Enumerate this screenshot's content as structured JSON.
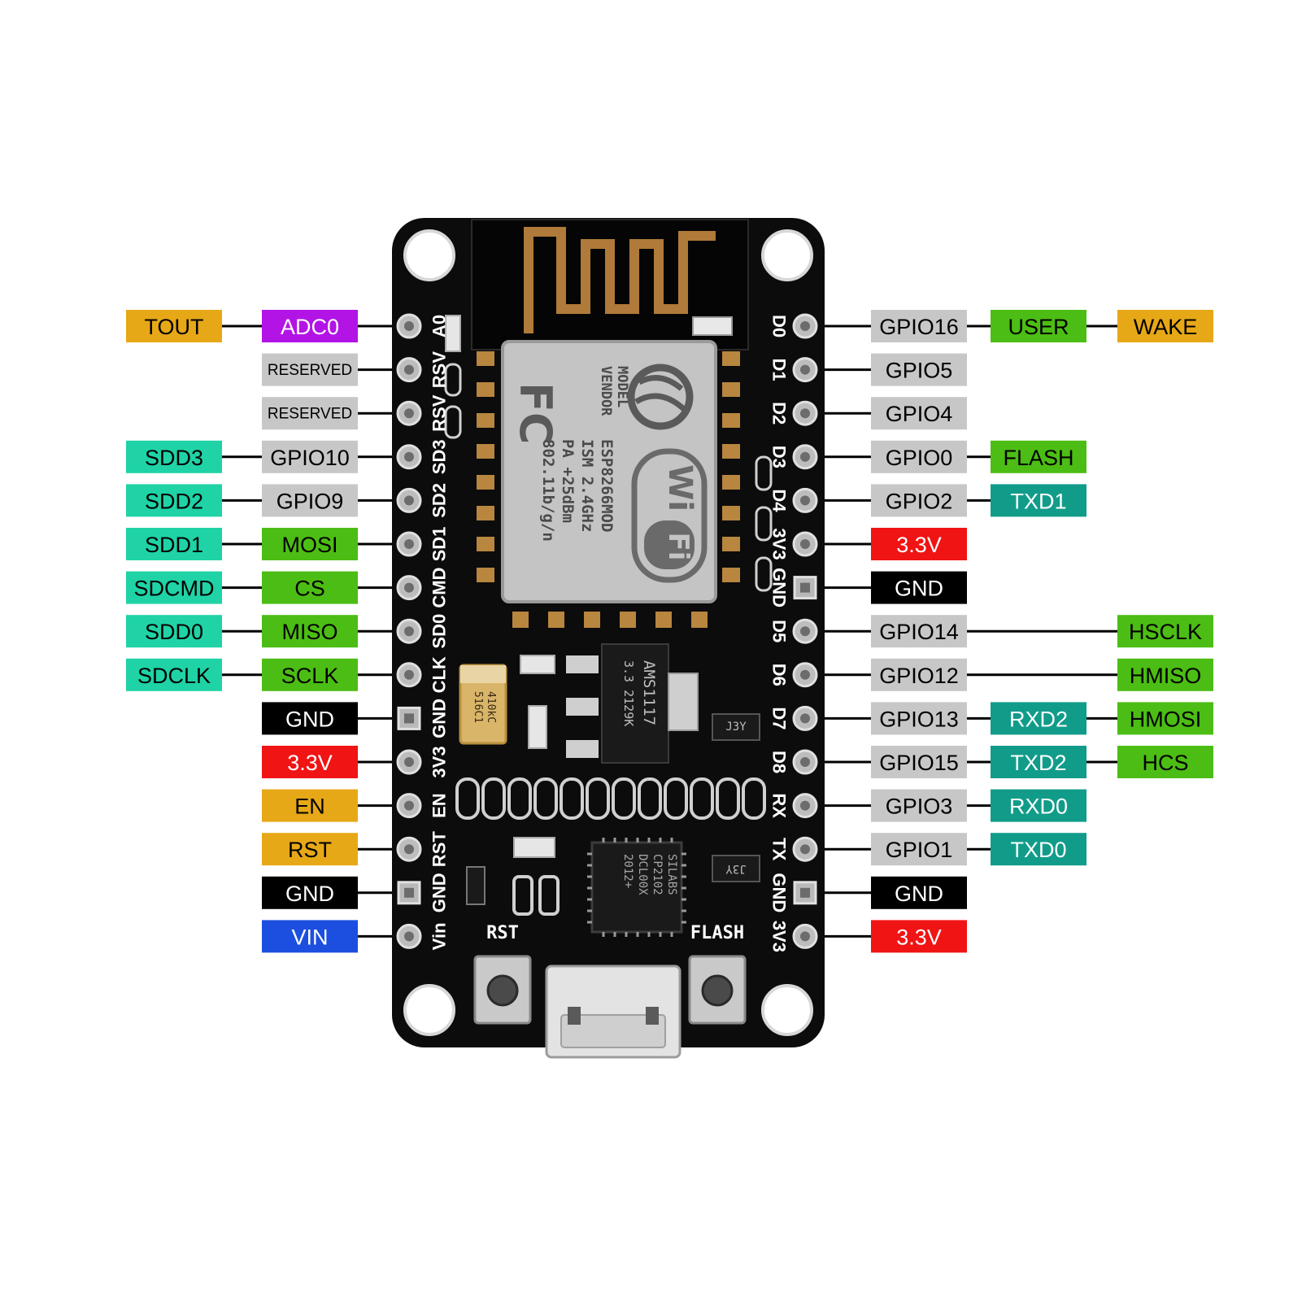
{
  "colors": {
    "board": "#0c0c0c",
    "trace": "#b07a3a",
    "shield": "#c4c4c4",
    "label_box": {
      "TOUT": "#e6a817",
      "ADC0": "#b214e6",
      "RESERVED": "#c7c7c7",
      "GPIO": "#c7c7c7",
      "SDD": "#1fd3a6",
      "SPI": "#4cbd14",
      "GND": "#000000",
      "3.3V": "#f01414",
      "EN": "#e6a817",
      "RST": "#e6a817",
      "VIN": "#1c4fe0",
      "USER": "#4cbd14",
      "WAKE": "#e6a817",
      "FLASH": "#4cbd14",
      "UART": "#119c8a",
      "HSPI": "#4cbd14"
    }
  },
  "left_pins": [
    {
      "silk": "A0",
      "inner": "ADC0",
      "inner_color": "ADC0",
      "outer": "TOUT",
      "outer_color": "TOUT"
    },
    {
      "silk": "RSV",
      "inner": "RESERVED",
      "inner_color": "RESERVED",
      "outer": "",
      "outer_color": ""
    },
    {
      "silk": "RSV",
      "inner": "RESERVED",
      "inner_color": "RESERVED",
      "outer": "",
      "outer_color": ""
    },
    {
      "silk": "SD3",
      "inner": "GPIO10",
      "inner_color": "GPIO",
      "outer": "SDD3",
      "outer_color": "SDD"
    },
    {
      "silk": "SD2",
      "inner": "GPIO9",
      "inner_color": "GPIO",
      "outer": "SDD2",
      "outer_color": "SDD"
    },
    {
      "silk": "SD1",
      "inner": "MOSI",
      "inner_color": "SPI",
      "outer": "SDD1",
      "outer_color": "SDD"
    },
    {
      "silk": "CMD",
      "inner": "CS",
      "inner_color": "SPI",
      "outer": "SDCMD",
      "outer_color": "SDD"
    },
    {
      "silk": "SD0",
      "inner": "MISO",
      "inner_color": "SPI",
      "outer": "SDD0",
      "outer_color": "SDD"
    },
    {
      "silk": "CLK",
      "inner": "SCLK",
      "inner_color": "SPI",
      "outer": "SDCLK",
      "outer_color": "SDD"
    },
    {
      "silk": "GND",
      "inner": "GND",
      "inner_color": "GND",
      "outer": "",
      "outer_color": ""
    },
    {
      "silk": "3V3",
      "inner": "3.3V",
      "inner_color": "3.3V",
      "outer": "",
      "outer_color": ""
    },
    {
      "silk": "EN",
      "inner": "EN",
      "inner_color": "EN",
      "outer": "",
      "outer_color": ""
    },
    {
      "silk": "RST",
      "inner": "RST",
      "inner_color": "RST",
      "outer": "",
      "outer_color": ""
    },
    {
      "silk": "GND",
      "inner": "GND",
      "inner_color": "GND",
      "outer": "",
      "outer_color": ""
    },
    {
      "silk": "Vin",
      "inner": "VIN",
      "inner_color": "VIN",
      "outer": "",
      "outer_color": ""
    }
  ],
  "right_pins": [
    {
      "silk": "D0",
      "gpio": "GPIO16",
      "gpio_color": "GPIO",
      "func": "USER",
      "func_color": "USER",
      "func2": "WAKE",
      "func2_color": "WAKE"
    },
    {
      "silk": "D1",
      "gpio": "GPIO5",
      "gpio_color": "GPIO",
      "func": "",
      "func_color": "",
      "func2": "",
      "func2_color": ""
    },
    {
      "silk": "D2",
      "gpio": "GPIO4",
      "gpio_color": "GPIO",
      "func": "",
      "func_color": "",
      "func2": "",
      "func2_color": ""
    },
    {
      "silk": "D3",
      "gpio": "GPIO0",
      "gpio_color": "GPIO",
      "func": "FLASH",
      "func_color": "FLASH",
      "func2": "",
      "func2_color": ""
    },
    {
      "silk": "D4",
      "gpio": "GPIO2",
      "gpio_color": "GPIO",
      "func": "TXD1",
      "func_color": "UART",
      "func2": "",
      "func2_color": ""
    },
    {
      "silk": "3V3",
      "gpio": "3.3V",
      "gpio_color": "3.3V",
      "func": "",
      "func_color": "",
      "func2": "",
      "func2_color": ""
    },
    {
      "silk": "GND",
      "gpio": "GND",
      "gpio_color": "GND",
      "func": "",
      "func_color": "",
      "func2": "",
      "func2_color": ""
    },
    {
      "silk": "D5",
      "gpio": "GPIO14",
      "gpio_color": "GPIO",
      "func": "",
      "func_color": "",
      "func2": "HSCLK",
      "func2_color": "HSPI"
    },
    {
      "silk": "D6",
      "gpio": "GPIO12",
      "gpio_color": "GPIO",
      "func": "",
      "func_color": "",
      "func2": "HMISO",
      "func2_color": "HSPI"
    },
    {
      "silk": "D7",
      "gpio": "GPIO13",
      "gpio_color": "GPIO",
      "func": "RXD2",
      "func_color": "UART",
      "func2": "HMOSI",
      "func2_color": "HSPI"
    },
    {
      "silk": "D8",
      "gpio": "GPIO15",
      "gpio_color": "GPIO",
      "func": "TXD2",
      "func_color": "UART",
      "func2": "HCS",
      "func2_color": "HSPI"
    },
    {
      "silk": "RX",
      "gpio": "GPIO3",
      "gpio_color": "GPIO",
      "func": "RXD0",
      "func_color": "UART",
      "func2": "",
      "func2_color": ""
    },
    {
      "silk": "TX",
      "gpio": "GPIO1",
      "gpio_color": "GPIO",
      "func": "TXD0",
      "func_color": "UART",
      "func2": "",
      "func2_color": ""
    },
    {
      "silk": "GND",
      "gpio": "GND",
      "gpio_color": "GND",
      "func": "",
      "func_color": "",
      "func2": "",
      "func2_color": ""
    },
    {
      "silk": "3V3",
      "gpio": "3.3V",
      "gpio_color": "3.3V",
      "func": "",
      "func_color": "",
      "func2": "",
      "func2_color": ""
    }
  ],
  "module": {
    "fcc_mark": "FC",
    "model_label": "MODEL",
    "vendor_label": "VENDOR",
    "model": "ESP8266MOD",
    "spec1": "ISM 2.4GHz",
    "spec2": "PA  +25dBm",
    "spec3": "802.11b/g/n",
    "wifi_top": "Wi",
    "wifi_bottom": "Fi"
  },
  "regulator": {
    "line1": "AMS1117",
    "line2": "3.3  2129K"
  },
  "capacitor": {
    "line1": "410kC",
    "line2": "516C1"
  },
  "transistor_top": "J3Y",
  "transistor_bottom": "J3Y",
  "usb_chip": {
    "line1": "SILABS",
    "line2": "CP2102",
    "line3": "DCL00X",
    "line4": "2012+"
  },
  "buttons": {
    "left": "RST",
    "right": "FLASH"
  }
}
